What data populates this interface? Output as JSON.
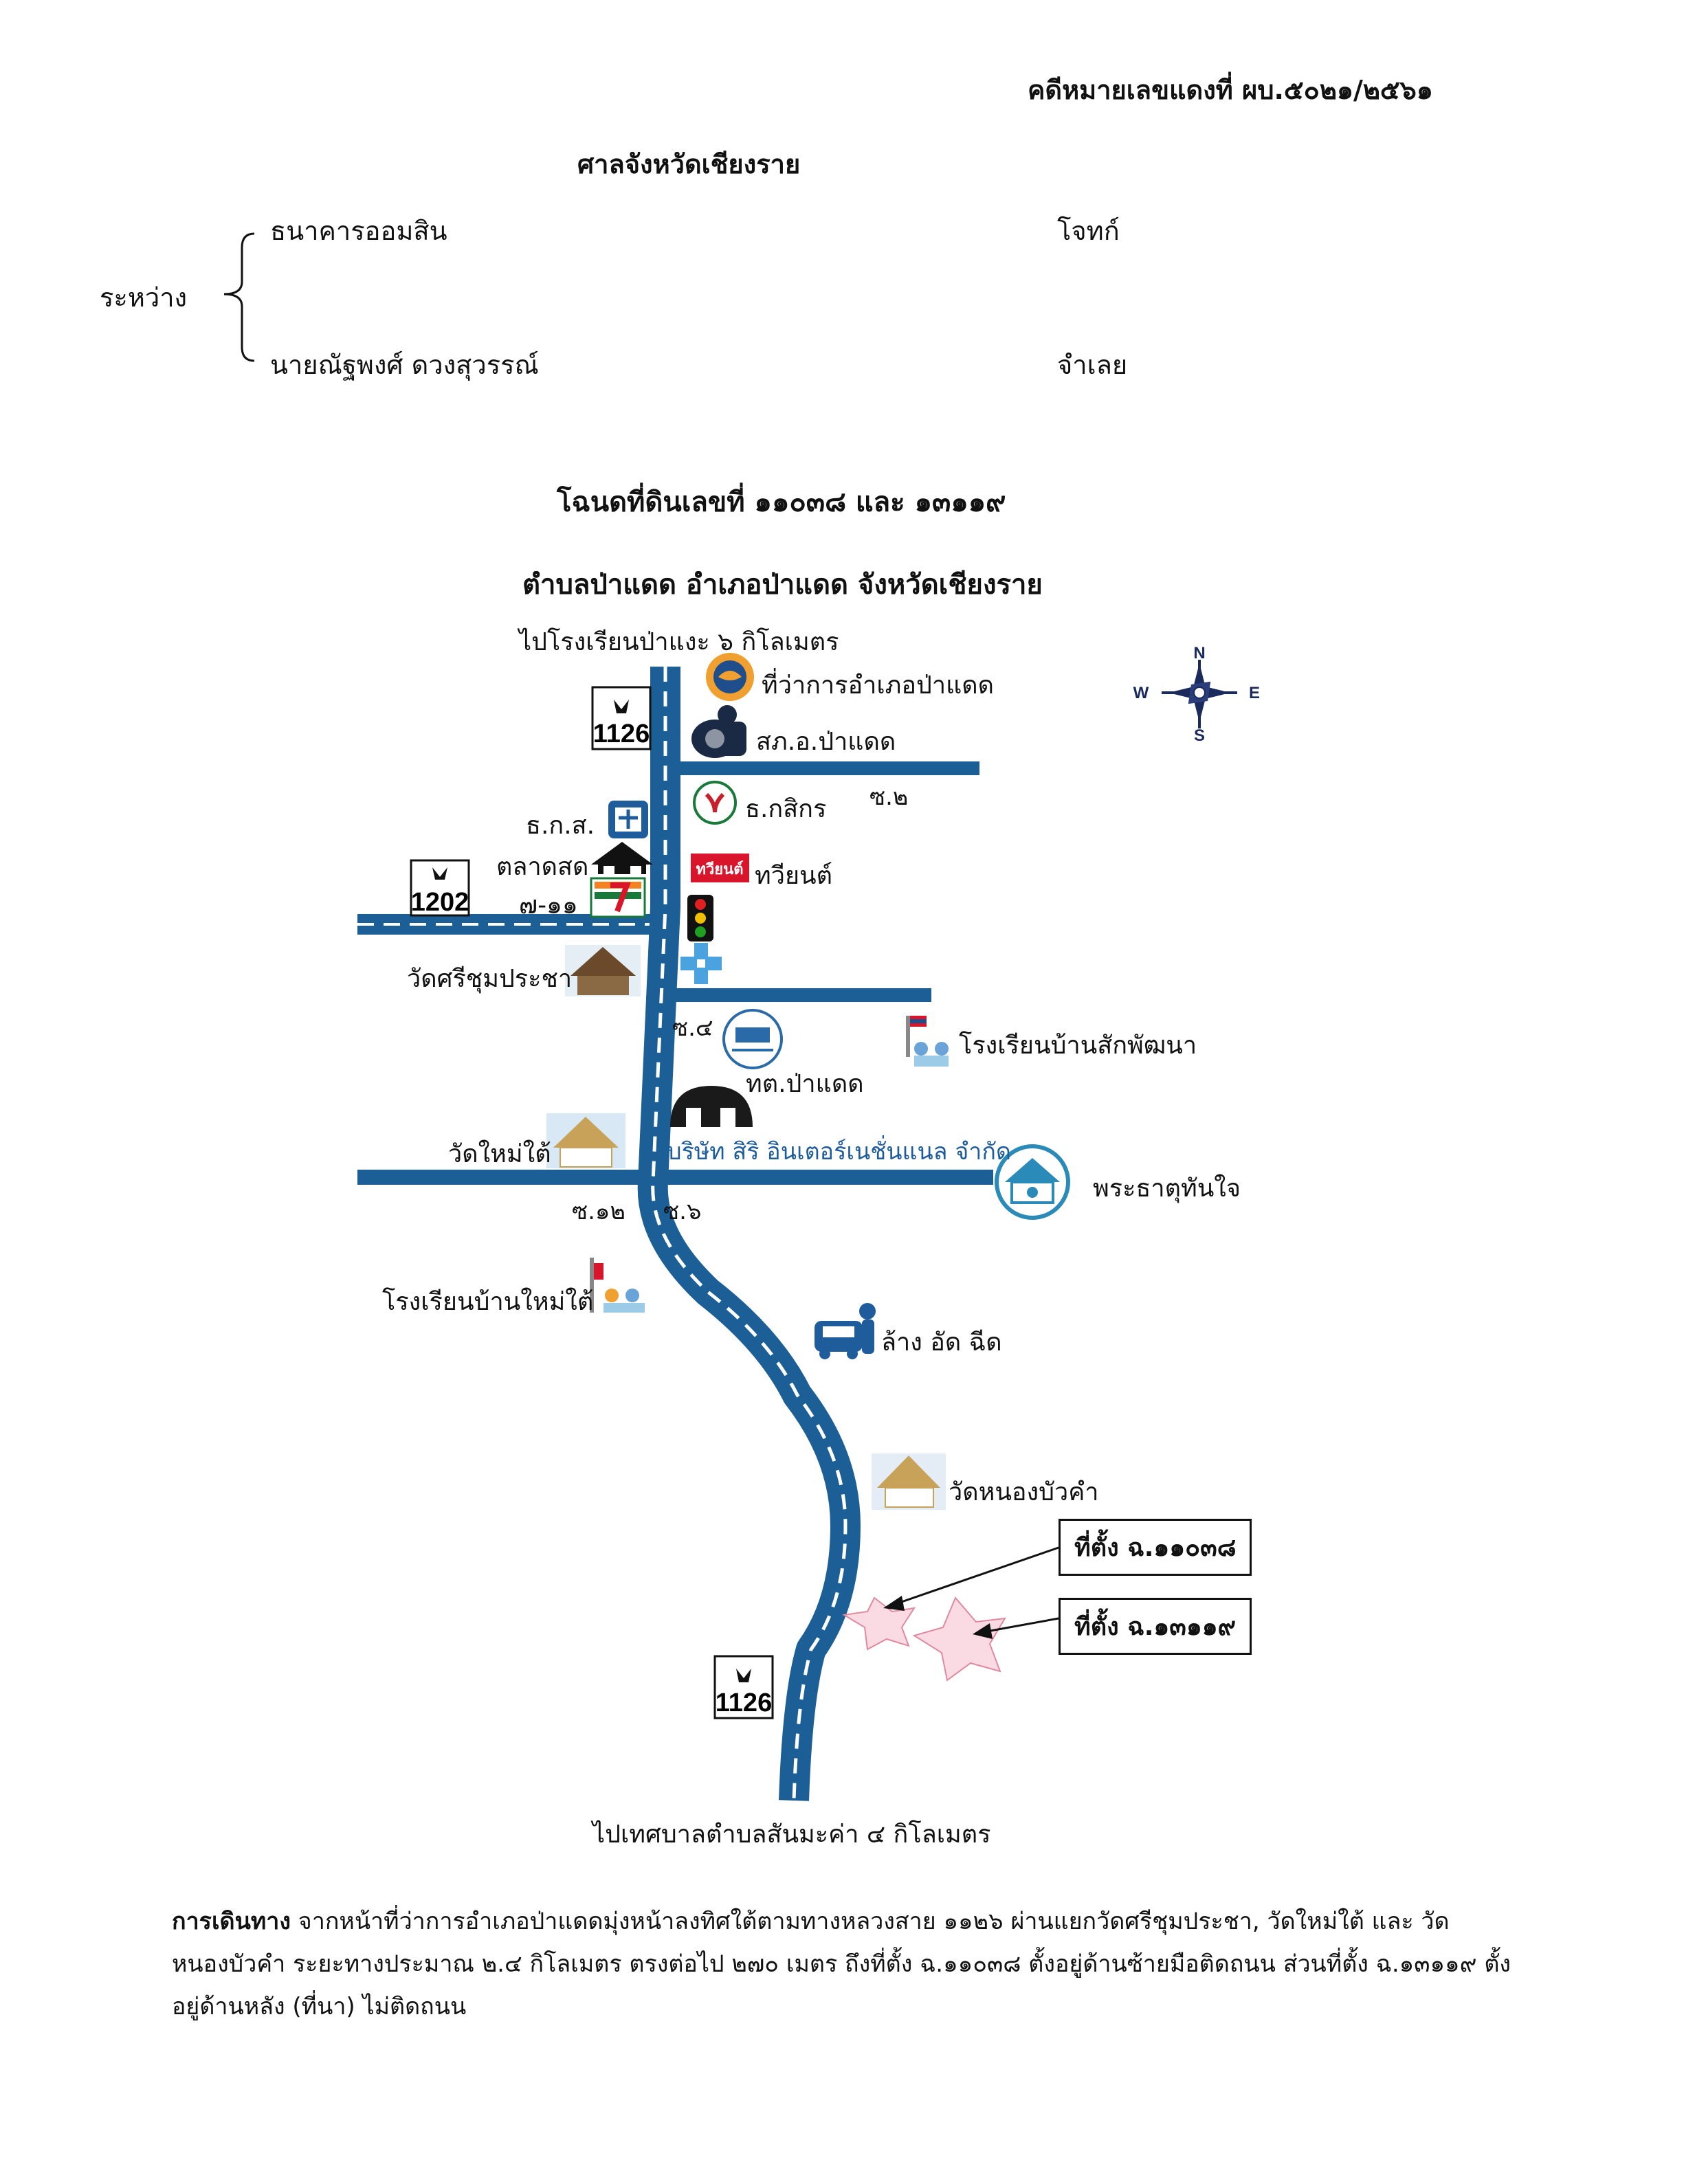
{
  "header": {
    "case_number": "คดีหมายเลขแดงที่ ผบ.๕๐๒๑/๒๕๖๑",
    "court": "ศาลจังหวัดเชียงราย",
    "between_label": "ระหว่าง",
    "plaintiff_name": "ธนาคารออมสิน",
    "plaintiff_role": "โจทก์",
    "defendant_name": "นายณัฐพงศ์  ดวงสุวรรณ์",
    "defendant_role": "จำเลย"
  },
  "title": {
    "line1": "โฉนดที่ดินเลขที่ ๑๑๐๓๘ และ ๑๓๑๑๙",
    "line2": "ตำบลป่าแดด อำเภอป่าแดด จังหวัดเชียงราย"
  },
  "map": {
    "top_destination": "ไปโรงเรียนป่าแงะ ๖ กิโลเมตร",
    "bottom_destination": "ไปเทศบาลตำบลสันมะค่า ๔ กิโลเมตร",
    "compass": {
      "n": "N",
      "s": "S",
      "e": "E",
      "w": "W"
    },
    "route_signs": [
      "1126",
      "1202",
      "1126"
    ],
    "landmarks": {
      "district_office": "ที่ว่าการอำเภอป่าแดด",
      "police_station": "สภ.อ.ป่าแดด",
      "kasikorn_bank": "ธ.กสิกร",
      "baac_bank": "ธ.ก.ส.",
      "fresh_market": "ตลาดสด",
      "twin_shop": "ทวียนต์",
      "twin_logo_text": "ทวียนต์",
      "seven_eleven": "๗-๑๑",
      "wat_sri_chum": "วัดศรีชุมประชา",
      "municipality": "ทต.ป่าแดด",
      "school_sak": "โรงเรียนบ้านสักพัฒนา",
      "company": "บริษัท สิริ อินเตอร์เนชั่นแนล จำกัด",
      "wat_mai_tai": "วัดใหม่ใต้",
      "phra_that": "พระธาตุทันใจ",
      "school_mai_tai": "โรงเรียนบ้านใหม่ใต้",
      "car_wash": "ล้าง อัด ฉีด",
      "wat_nong_bua_kham": "วัดหนองบัวคำ"
    },
    "soi": {
      "soi2": "ซ.๒",
      "soi4": "ซ.๔",
      "soi12": "ซ.๑๒",
      "soi6": "ซ.๖"
    },
    "plots": [
      {
        "label": "ที่ตั้ง ฉ.๑๑๐๓๘"
      },
      {
        "label": "ที่ตั้ง ฉ.๑๓๑๑๙"
      }
    ],
    "colors": {
      "road": "#1b5f96",
      "star_fill": "#fbdbe3",
      "star_stroke": "#e08aa0"
    }
  },
  "directions": {
    "label": "การเดินทาง",
    "text": " จากหน้าที่ว่าการอำเภอป่าแดดมุ่งหน้าลงทิศใต้ตามทางหลวงสาย ๑๑๒๖ ผ่านแยกวัดศรีชุมประชา, วัดใหม่ใต้ และ วัดหนองบัวคำ ระยะทางประมาณ ๒.๔ กิโลเมตร ตรงต่อไป ๒๗๐ เมตร ถึงที่ตั้ง ฉ.๑๑๐๓๘ ตั้งอยู่ด้านซ้ายมือติดถนน ส่วนที่ตั้ง ฉ.๑๓๑๑๙ ตั้งอยู่ด้านหลัง (ที่นา) ไม่ติดถนน"
  }
}
